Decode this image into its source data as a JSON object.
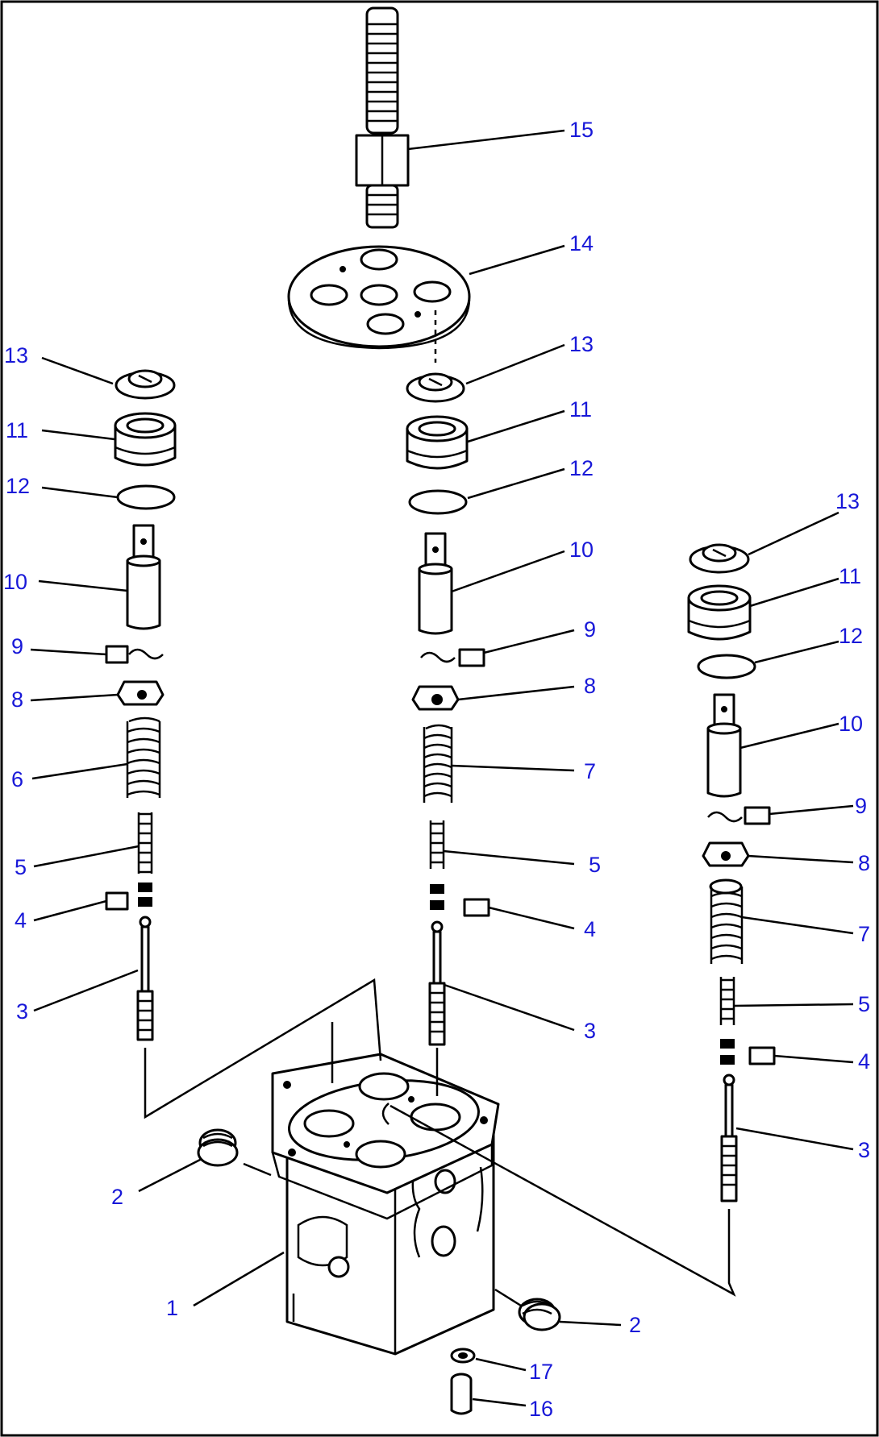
{
  "diagram": {
    "callouts": [
      {
        "id": "c15",
        "text": "15"
      },
      {
        "id": "c14",
        "text": "14"
      },
      {
        "id": "c13a",
        "text": "13"
      },
      {
        "id": "c11a",
        "text": "11"
      },
      {
        "id": "c12a",
        "text": "12"
      },
      {
        "id": "c10a",
        "text": "10"
      },
      {
        "id": "c9a",
        "text": "9"
      },
      {
        "id": "c8a",
        "text": "8"
      },
      {
        "id": "c6a",
        "text": "6"
      },
      {
        "id": "c5a",
        "text": "5"
      },
      {
        "id": "c4a",
        "text": "4"
      },
      {
        "id": "c3a",
        "text": "3"
      },
      {
        "id": "c13b",
        "text": "13"
      },
      {
        "id": "c11b",
        "text": "11"
      },
      {
        "id": "c12b",
        "text": "12"
      },
      {
        "id": "c10b",
        "text": "10"
      },
      {
        "id": "c9b",
        "text": "9"
      },
      {
        "id": "c8b",
        "text": "8"
      },
      {
        "id": "c7b",
        "text": "7"
      },
      {
        "id": "c5b",
        "text": "5"
      },
      {
        "id": "c4b",
        "text": "4"
      },
      {
        "id": "c3b",
        "text": "3"
      },
      {
        "id": "c13c",
        "text": "13"
      },
      {
        "id": "c11c",
        "text": "11"
      },
      {
        "id": "c12c",
        "text": "12"
      },
      {
        "id": "c10c",
        "text": "10"
      },
      {
        "id": "c9c",
        "text": "9"
      },
      {
        "id": "c8c",
        "text": "8"
      },
      {
        "id": "c7c",
        "text": "7"
      },
      {
        "id": "c5c",
        "text": "5"
      },
      {
        "id": "c4c",
        "text": "4"
      },
      {
        "id": "c3c",
        "text": "3"
      },
      {
        "id": "c2a",
        "text": "2"
      },
      {
        "id": "c2b",
        "text": "2"
      },
      {
        "id": "c1",
        "text": "1"
      },
      {
        "id": "c17",
        "text": "17"
      },
      {
        "id": "c16",
        "text": "16"
      }
    ]
  }
}
